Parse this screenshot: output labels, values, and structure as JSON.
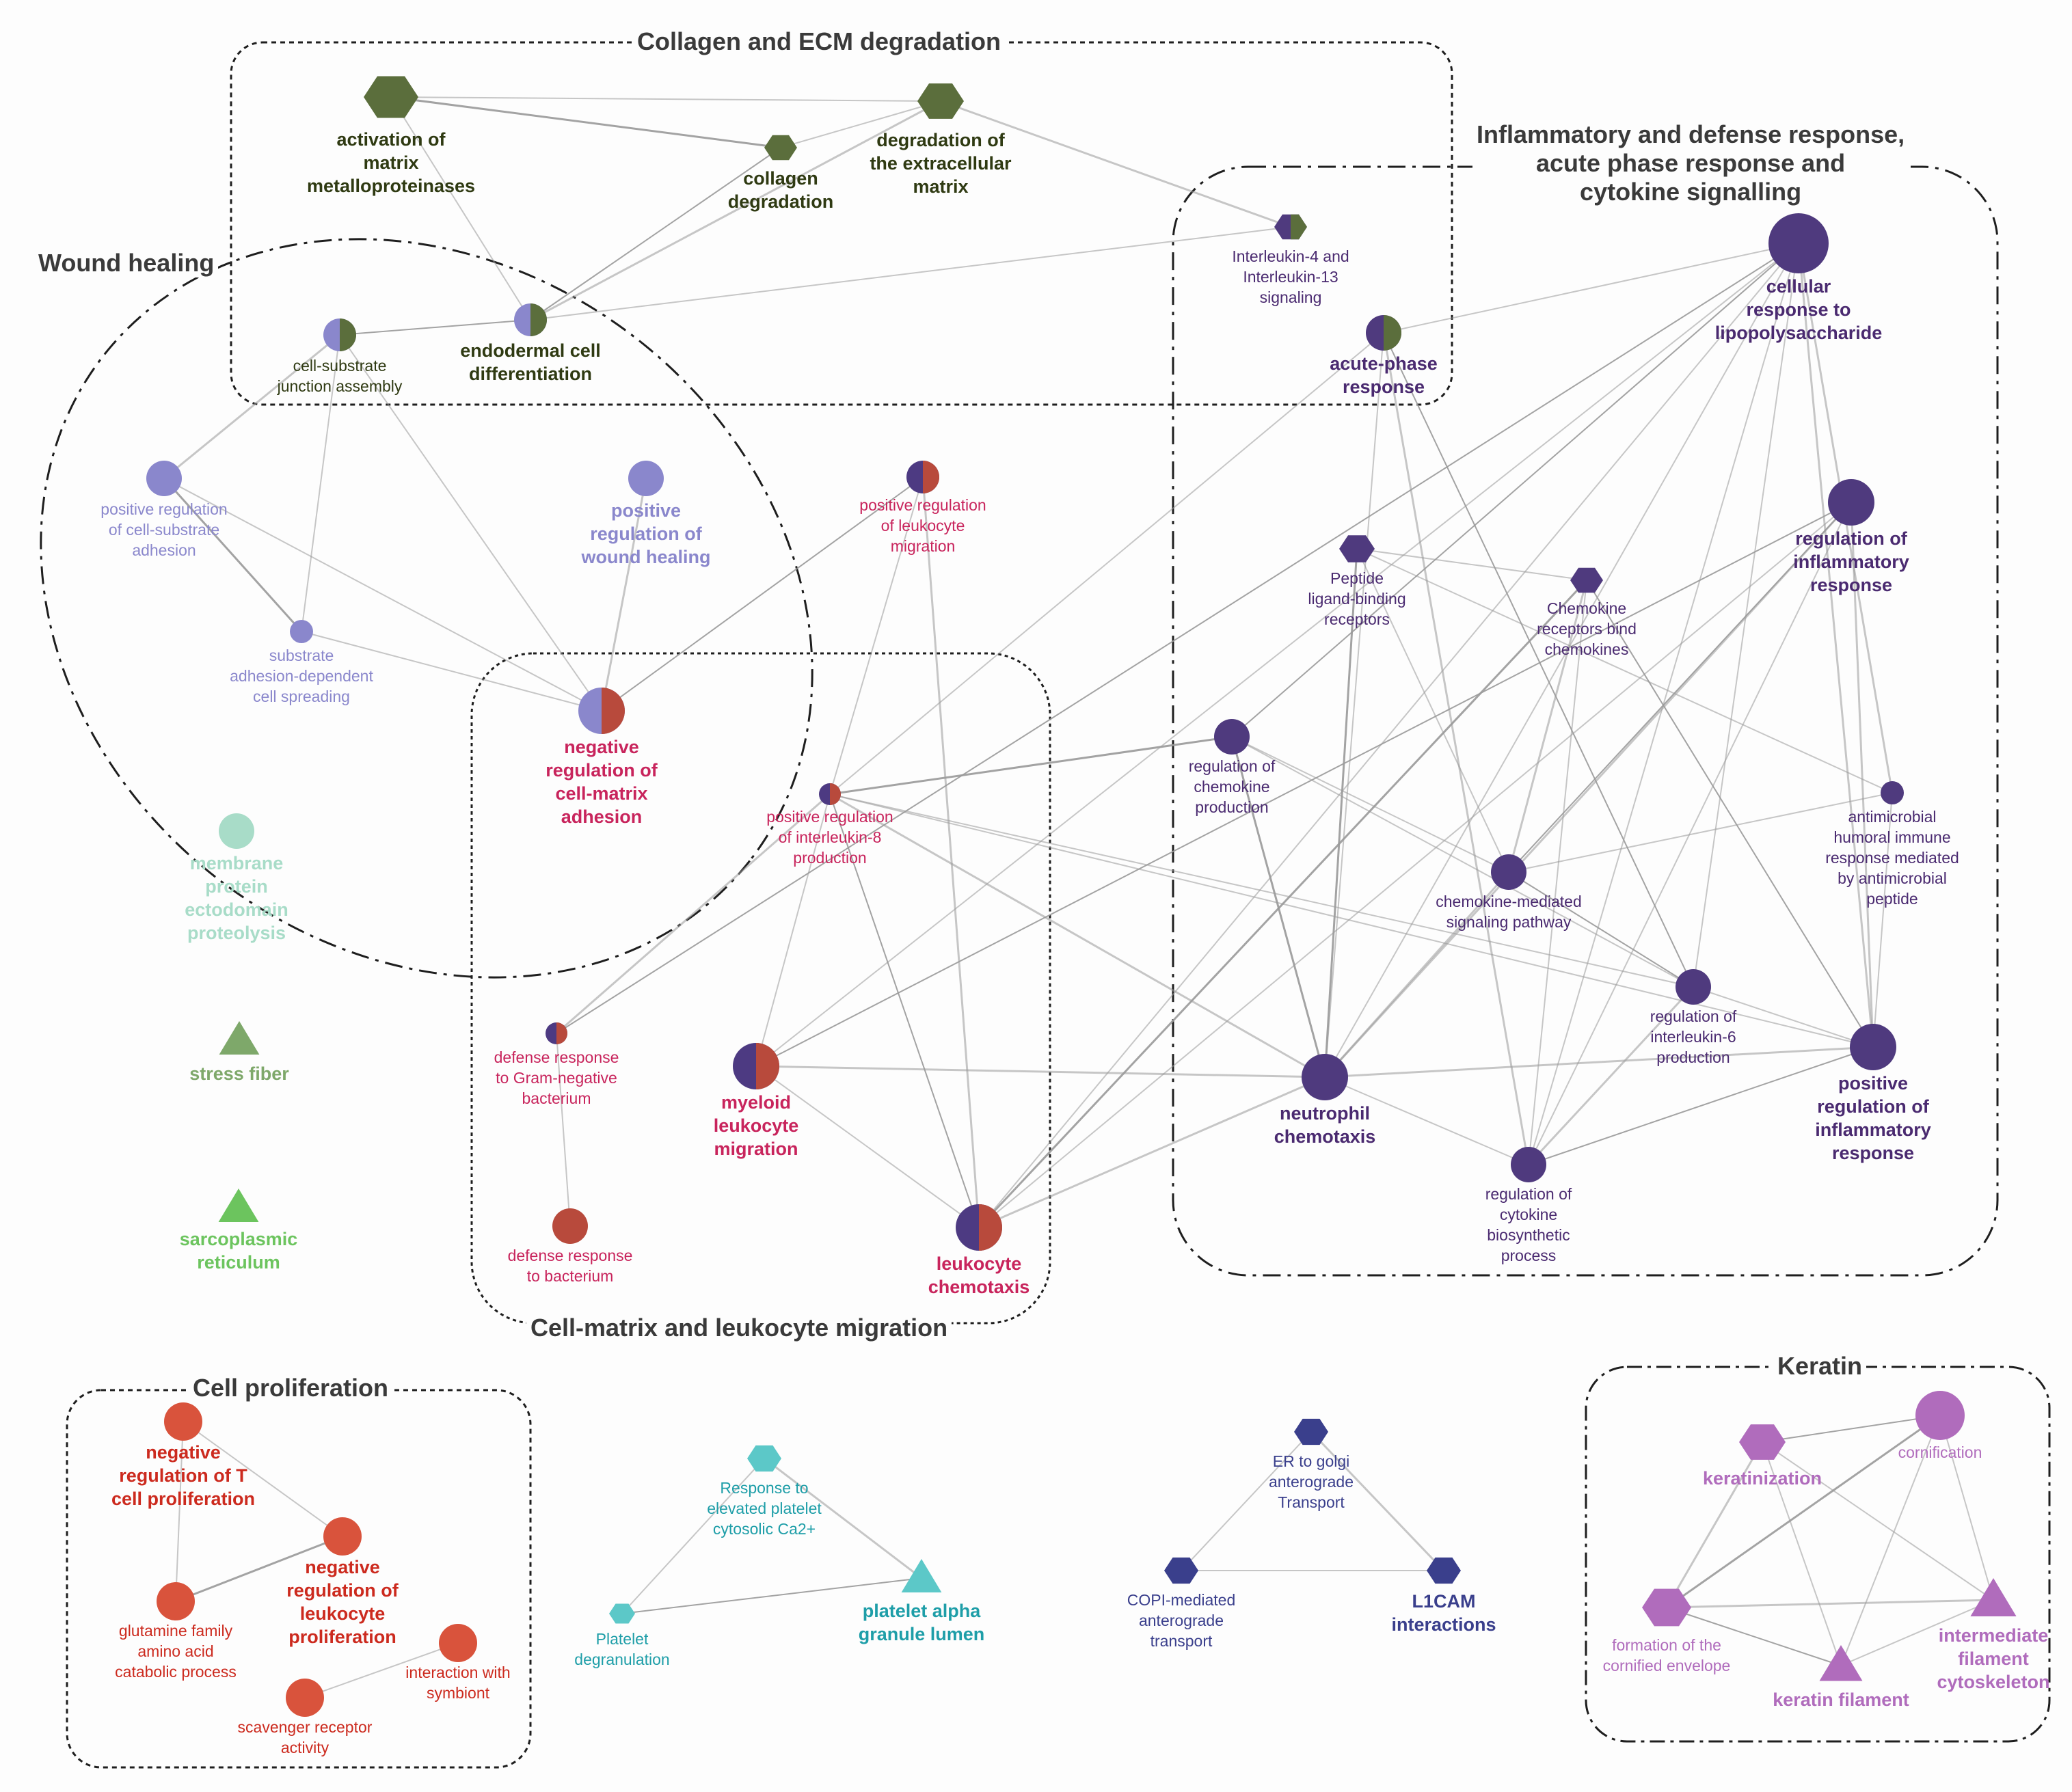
{
  "colors": {
    "collagen": "#5b6e3c",
    "wound": "#8a87cc",
    "migration_red": "#b84a3c",
    "migration_purple": "#4d3a82",
    "migration_text": "#c8245c",
    "inflammatory": "#4f3a7e",
    "membrane": "#a8dcc8",
    "stress": "#7ea86a",
    "sarco": "#6cc45e",
    "proliferation": "#d9533c",
    "proliferation_text": "#cc2a1e",
    "platelet": "#5cc8c8",
    "platelet_text": "#1e9ea8",
    "golgi": "#3a3f8c",
    "keratin": "#b06cbc",
    "collagen_text": "#2f3a12",
    "wound_text": "#8a87cc",
    "inflammatory_text": "#4a2a70",
    "edge": "#9a9a9a"
  },
  "groups": [
    {
      "id": "collagen",
      "title": "Collagen and ECM degradation"
    },
    {
      "id": "wound",
      "title": "Wound healing"
    },
    {
      "id": "inflammatory",
      "title": "Inflammatory and defense response,\nacute phase response and\ncytokine signalling"
    },
    {
      "id": "migration",
      "title": "Cell-matrix and leukocyte migration"
    },
    {
      "id": "proliferation",
      "title": "Cell proliferation"
    },
    {
      "id": "keratin",
      "title": "Keratin"
    }
  ],
  "nodes": [
    {
      "id": "n1",
      "label": "activation of\nmatrix\nmetalloproteinases",
      "shape": "hex",
      "color": "collagen",
      "text": "collagen_text",
      "big": true
    },
    {
      "id": "n2",
      "label": "collagen\ndegradation",
      "shape": "hex",
      "color": "collagen",
      "text": "collagen_text",
      "big": true
    },
    {
      "id": "n3",
      "label": "degradation of\nthe extracellular\nmatrix",
      "shape": "hex",
      "color": "collagen",
      "text": "collagen_text",
      "big": true
    },
    {
      "id": "n4",
      "label": "Interleukin-4 and\nInterleukin-13\nsignaling",
      "shape": "hex",
      "color": "inflammatory",
      "color2": "collagen",
      "text": "inflammatory_text"
    },
    {
      "id": "n5",
      "label": "endodermal cell\ndifferentiation",
      "shape": "circle",
      "color": "wound",
      "color2": "collagen",
      "text": "collagen_text",
      "big": true
    },
    {
      "id": "n6",
      "label": "cell-substrate\njunction assembly",
      "shape": "circle",
      "color": "wound",
      "color2": "collagen",
      "text": "collagen_text"
    },
    {
      "id": "n7",
      "label": "acute-phase\nresponse",
      "shape": "circle",
      "color": "inflammatory",
      "color2": "collagen",
      "text": "inflammatory_text",
      "big": true
    },
    {
      "id": "n8",
      "label": "cellular\nresponse to\nlipopolysaccharide",
      "shape": "circle",
      "color": "inflammatory",
      "text": "inflammatory_text",
      "big": true
    },
    {
      "id": "n9",
      "label": "positive regulation\nof cell-substrate\nadhesion",
      "shape": "circle",
      "color": "wound",
      "text": "wound_text"
    },
    {
      "id": "n10",
      "label": "positive\nregulation of\nwound healing",
      "shape": "circle",
      "color": "wound",
      "text": "wound_text",
      "big": true
    },
    {
      "id": "n11",
      "label": "substrate\nadhesion-dependent\ncell spreading",
      "shape": "circle",
      "color": "wound",
      "text": "wound_text"
    },
    {
      "id": "n12",
      "label": "negative\nregulation of\ncell-matrix\nadhesion",
      "shape": "circle",
      "color": "wound",
      "color2": "migration_red",
      "text": "migration_text",
      "big": true
    },
    {
      "id": "n13",
      "label": "positive regulation\nof leukocyte\nmigration",
      "shape": "circle",
      "color": "migration_purple",
      "color2": "migration_red",
      "text": "migration_text"
    },
    {
      "id": "n14",
      "label": "positive regulation\nof interleukin-8\nproduction",
      "shape": "circle",
      "color": "migration_purple",
      "color2": "migration_red",
      "text": "migration_text"
    },
    {
      "id": "n15",
      "label": "defense response\nto Gram-negative\nbacterium",
      "shape": "circle",
      "color": "migration_purple",
      "color2": "migration_red",
      "text": "migration_text"
    },
    {
      "id": "n16",
      "label": "defense response\nto bacterium",
      "shape": "circle",
      "color": "migration_red",
      "text": "migration_text"
    },
    {
      "id": "n17",
      "label": "myeloid\nleukocyte\nmigration",
      "shape": "circle",
      "color": "migration_purple",
      "color2": "migration_red",
      "text": "migration_text",
      "big": true
    },
    {
      "id": "n18",
      "label": "leukocyte\nchemotaxis",
      "shape": "circle",
      "color": "migration_purple",
      "color2": "migration_red",
      "text": "migration_text",
      "big": true
    },
    {
      "id": "n19",
      "label": "Peptide\nligand-binding\nreceptors",
      "shape": "hex",
      "color": "inflammatory",
      "text": "inflammatory_text"
    },
    {
      "id": "n20",
      "label": "Chemokine\nreceptors bind\nchemokines",
      "shape": "hex",
      "color": "inflammatory",
      "text": "inflammatory_text"
    },
    {
      "id": "n21",
      "label": "regulation of\ninflammatory\nresponse",
      "shape": "circle",
      "color": "inflammatory",
      "text": "inflammatory_text",
      "big": true
    },
    {
      "id": "n22",
      "label": "regulation of\nchemokine\nproduction",
      "shape": "circle",
      "color": "inflammatory",
      "text": "inflammatory_text"
    },
    {
      "id": "n23",
      "label": "antimicrobial\nhumoral immune\nresponse mediated\nby antimicrobial\npeptide",
      "shape": "circle",
      "color": "inflammatory",
      "text": "inflammatory_text"
    },
    {
      "id": "n24",
      "label": "chemokine-mediated\nsignaling pathway",
      "shape": "circle",
      "color": "inflammatory",
      "text": "inflammatory_text"
    },
    {
      "id": "n25",
      "label": "regulation of\ninterleukin-6\nproduction",
      "shape": "circle",
      "color": "inflammatory",
      "text": "inflammatory_text"
    },
    {
      "id": "n26",
      "label": "neutrophil\nchemotaxis",
      "shape": "circle",
      "color": "inflammatory",
      "text": "inflammatory_text",
      "big": true
    },
    {
      "id": "n27",
      "label": "positive\nregulation of\ninflammatory\nresponse",
      "shape": "circle",
      "color": "inflammatory",
      "text": "inflammatory_text",
      "big": true
    },
    {
      "id": "n28",
      "label": "regulation of\ncytokine\nbiosynthetic\nprocess",
      "shape": "circle",
      "color": "inflammatory",
      "text": "inflammatory_text"
    },
    {
      "id": "n29",
      "label": "membrane\nprotein\nectodomain\nproteolysis",
      "shape": "circle",
      "color": "membrane",
      "text": "membrane",
      "big": true
    },
    {
      "id": "n30",
      "label": "stress fiber",
      "shape": "tri",
      "color": "stress",
      "text": "stress",
      "big": true
    },
    {
      "id": "n31",
      "label": "sarcoplasmic\nreticulum",
      "shape": "tri",
      "color": "sarco",
      "text": "sarco",
      "big": true
    },
    {
      "id": "n32",
      "label": "negative\nregulation of T\ncell proliferation",
      "shape": "circle",
      "color": "proliferation",
      "text": "proliferation_text",
      "big": true
    },
    {
      "id": "n33",
      "label": "negative\nregulation of\nleukocyte\nproliferation",
      "shape": "circle",
      "color": "proliferation",
      "text": "proliferation_text",
      "big": true
    },
    {
      "id": "n34",
      "label": "glutamine family\namino acid\ncatabolic process",
      "shape": "circle",
      "color": "proliferation",
      "text": "proliferation_text"
    },
    {
      "id": "n35",
      "label": "interaction with\nsymbiont",
      "shape": "circle",
      "color": "proliferation",
      "text": "proliferation_text"
    },
    {
      "id": "n36",
      "label": "scavenger receptor\nactivity",
      "shape": "circle",
      "color": "proliferation",
      "text": "proliferation_text"
    },
    {
      "id": "n37",
      "label": "Response to\nelevated platelet\ncytosolic Ca2+",
      "shape": "hex",
      "color": "platelet",
      "text": "platelet_text"
    },
    {
      "id": "n38",
      "label": "Platelet\ndegranulation",
      "shape": "hex",
      "color": "platelet",
      "text": "platelet_text"
    },
    {
      "id": "n39",
      "label": "platelet alpha\ngranule lumen",
      "shape": "tri",
      "color": "platelet",
      "text": "platelet_text",
      "big": true
    },
    {
      "id": "n40",
      "label": "ER to golgi\nanterograde\nTransport",
      "shape": "hex",
      "color": "golgi",
      "text": "golgi"
    },
    {
      "id": "n41",
      "label": "COPI-mediated\nanterograde\ntransport",
      "shape": "hex",
      "color": "golgi",
      "text": "golgi"
    },
    {
      "id": "n42",
      "label": "L1CAM\ninteractions",
      "shape": "hex",
      "color": "golgi",
      "text": "golgi",
      "big": true
    },
    {
      "id": "n43",
      "label": "keratinization",
      "shape": "hex",
      "color": "keratin",
      "text": "keratin",
      "big": true
    },
    {
      "id": "n44",
      "label": "cornification",
      "shape": "circle",
      "color": "keratin",
      "text": "keratin"
    },
    {
      "id": "n45",
      "label": "formation of the\ncornified envelope",
      "shape": "hex",
      "color": "keratin",
      "text": "keratin"
    },
    {
      "id": "n46",
      "label": "intermediate\nfilament\ncytoskeleton",
      "shape": "tri",
      "color": "keratin",
      "text": "keratin",
      "big": true
    },
    {
      "id": "n47",
      "label": "keratin filament",
      "shape": "tri",
      "color": "keratin",
      "text": "keratin",
      "big": true
    }
  ],
  "edges": [
    [
      "n1",
      "n2"
    ],
    [
      "n1",
      "n3"
    ],
    [
      "n2",
      "n3"
    ],
    [
      "n3",
      "n5"
    ],
    [
      "n2",
      "n5"
    ],
    [
      "n1",
      "n5"
    ],
    [
      "n3",
      "n4"
    ],
    [
      "n4",
      "n5"
    ],
    [
      "n5",
      "n6"
    ],
    [
      "n6",
      "n9"
    ],
    [
      "n6",
      "n11"
    ],
    [
      "n6",
      "n12"
    ],
    [
      "n9",
      "n11"
    ],
    [
      "n9",
      "n12"
    ],
    [
      "n11",
      "n12"
    ],
    [
      "n10",
      "n12"
    ],
    [
      "n13",
      "n12"
    ],
    [
      "n13",
      "n14"
    ],
    [
      "n13",
      "n18"
    ],
    [
      "n14",
      "n17"
    ],
    [
      "n14",
      "n18"
    ],
    [
      "n14",
      "n26"
    ],
    [
      "n14",
      "n27"
    ],
    [
      "n14",
      "n25"
    ],
    [
      "n14",
      "n22"
    ],
    [
      "n14",
      "n7"
    ],
    [
      "n15",
      "n16"
    ],
    [
      "n15",
      "n14"
    ],
    [
      "n15",
      "n8"
    ],
    [
      "n17",
      "n18"
    ],
    [
      "n17",
      "n26"
    ],
    [
      "n17",
      "n8"
    ],
    [
      "n17",
      "n21"
    ],
    [
      "n18",
      "n26"
    ],
    [
      "n18",
      "n8"
    ],
    [
      "n18",
      "n21"
    ],
    [
      "n18",
      "n20"
    ],
    [
      "n7",
      "n8"
    ],
    [
      "n7",
      "n26"
    ],
    [
      "n7",
      "n28"
    ],
    [
      "n7",
      "n25"
    ],
    [
      "n8",
      "n26"
    ],
    [
      "n8",
      "n27"
    ],
    [
      "n8",
      "n25"
    ],
    [
      "n8",
      "n22"
    ],
    [
      "n8",
      "n23"
    ],
    [
      "n8",
      "n28"
    ],
    [
      "n19",
      "n20"
    ],
    [
      "n19",
      "n26"
    ],
    [
      "n19",
      "n24"
    ],
    [
      "n19",
      "n23"
    ],
    [
      "n20",
      "n24"
    ],
    [
      "n20",
      "n27"
    ],
    [
      "n20",
      "n28"
    ],
    [
      "n21",
      "n27"
    ],
    [
      "n21",
      "n28"
    ],
    [
      "n21",
      "n24"
    ],
    [
      "n21",
      "n26"
    ],
    [
      "n22",
      "n24"
    ],
    [
      "n22",
      "n25"
    ],
    [
      "n22",
      "n26"
    ],
    [
      "n23",
      "n24"
    ],
    [
      "n23",
      "n27"
    ],
    [
      "n24",
      "n26"
    ],
    [
      "n24",
      "n25"
    ],
    [
      "n25",
      "n27"
    ],
    [
      "n25",
      "n28"
    ],
    [
      "n26",
      "n28"
    ],
    [
      "n27",
      "n28"
    ],
    [
      "n26",
      "n27"
    ],
    [
      "n32",
      "n33"
    ],
    [
      "n32",
      "n34"
    ],
    [
      "n33",
      "n34"
    ],
    [
      "n35",
      "n36"
    ],
    [
      "n37",
      "n38"
    ],
    [
      "n37",
      "n39"
    ],
    [
      "n38",
      "n39"
    ],
    [
      "n40",
      "n41"
    ],
    [
      "n40",
      "n42"
    ],
    [
      "n41",
      "n42"
    ],
    [
      "n43",
      "n44"
    ],
    [
      "n43",
      "n45"
    ],
    [
      "n43",
      "n47"
    ],
    [
      "n43",
      "n46"
    ],
    [
      "n44",
      "n45"
    ],
    [
      "n44",
      "n47"
    ],
    [
      "n44",
      "n46"
    ],
    [
      "n45",
      "n46"
    ],
    [
      "n45",
      "n47"
    ],
    [
      "n46",
      "n47"
    ]
  ]
}
